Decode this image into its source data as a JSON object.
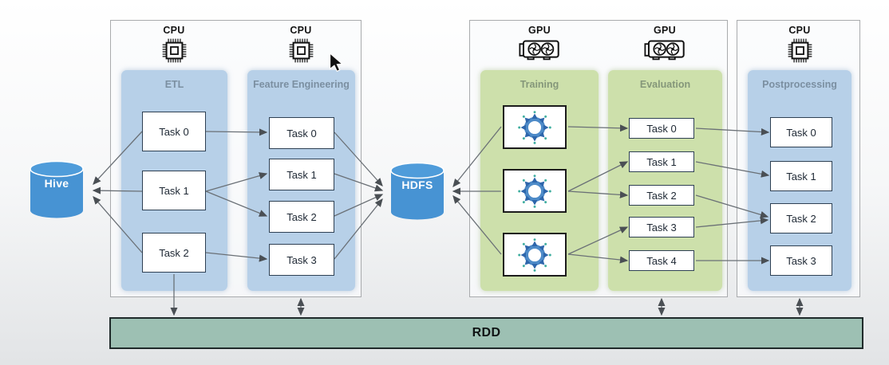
{
  "databases": {
    "hive": {
      "label": "Hive",
      "icon": "database-cylinder-icon"
    },
    "hdfs": {
      "label": "HDFS",
      "icon": "database-cylinder-icon"
    }
  },
  "groups": [
    {
      "name": "etl-feature-engineering-group",
      "processors": [
        {
          "label": "CPU",
          "icon": "cpu-chip-icon"
        },
        {
          "label": "CPU",
          "icon": "cpu-chip-icon"
        }
      ],
      "columns": [
        {
          "label": "ETL",
          "color": "blue",
          "tasks": [
            "Task 0",
            "Task 1",
            "Task 2"
          ]
        },
        {
          "label": "Feature Engineering",
          "color": "blue",
          "tasks": [
            "Task 0",
            "Task 1",
            "Task 2",
            "Task 3"
          ]
        }
      ]
    },
    {
      "name": "training-evaluation-group",
      "processors": [
        {
          "label": "GPU",
          "icon": "gpu-card-icon"
        },
        {
          "label": "GPU",
          "icon": "gpu-card-icon"
        }
      ],
      "columns": [
        {
          "label": "Training",
          "color": "green",
          "task_icons": [
            "distributed-training-icon",
            "distributed-training-icon",
            "distributed-training-icon"
          ]
        },
        {
          "label": "Evaluation",
          "color": "green",
          "tasks": [
            "Task 0",
            "Task 1",
            "Task 2",
            "Task 3",
            "Task 4"
          ]
        }
      ]
    },
    {
      "name": "postprocessing-group",
      "processors": [
        {
          "label": "CPU",
          "icon": "cpu-chip-icon"
        }
      ],
      "columns": [
        {
          "label": "Postprocessing",
          "color": "blue",
          "tasks": [
            "Task 0",
            "Task 1",
            "Task 2",
            "Task 3"
          ]
        }
      ]
    }
  ],
  "rdd_bar": {
    "label": "RDD"
  },
  "colors": {
    "blue_column": "#b7d0e8",
    "green_column": "#cde0ab",
    "database_blue": "#4793d3",
    "rdd_fill": "#9dc0b3",
    "arrow": "#6a7076"
  }
}
